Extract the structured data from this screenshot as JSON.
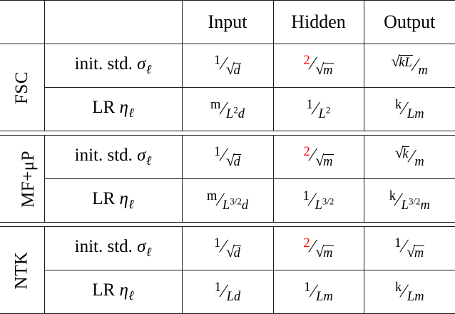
{
  "table": {
    "caption_present": false,
    "accent_color": "#ff0000",
    "rule_color": "#1a1a1a",
    "columns": {
      "corner_rot": "",
      "corner_label": "",
      "input": "Input",
      "hidden": "Hidden",
      "output": "Output"
    },
    "row_labels": {
      "init_std_prefix": "init. std. ",
      "init_std_symbol": "σ",
      "init_std_subscript": "ℓ",
      "lr_prefix": "LR ",
      "lr_symbol": "η",
      "lr_subscript": "ℓ"
    },
    "blocks": [
      {
        "name": "FSC",
        "rows": [
          {
            "kind": "init_std",
            "cells": {
              "input": {
                "num": "1",
                "num_red": false,
                "den_sqrt": true,
                "den": "d",
                "den_sup": ""
              },
              "hidden": {
                "num": "2",
                "num_red": true,
                "den_sqrt": true,
                "den": "m",
                "den_sup": ""
              },
              "output": {
                "num_sqrt": true,
                "num": "kL",
                "num_red": false,
                "den_sqrt": false,
                "den": "m",
                "den_sup": ""
              }
            }
          },
          {
            "kind": "lr",
            "cells": {
              "input": {
                "num": "m",
                "num_red": false,
                "den_sqrt": false,
                "den": "L",
                "den_sup": "2",
                "den_tail": "d"
              },
              "hidden": {
                "num": "1",
                "num_red": false,
                "den_sqrt": false,
                "den": "L",
                "den_sup": "2",
                "den_tail": ""
              },
              "output": {
                "num": "k",
                "num_red": false,
                "den_sqrt": false,
                "den": "L",
                "den_sup": "",
                "den_tail": "m"
              }
            }
          }
        ]
      },
      {
        "name": "MF+μP",
        "rows": [
          {
            "kind": "init_std",
            "cells": {
              "input": {
                "num": "1",
                "num_red": false,
                "den_sqrt": true,
                "den": "d",
                "den_sup": ""
              },
              "hidden": {
                "num": "2",
                "num_red": true,
                "den_sqrt": true,
                "den": "m",
                "den_sup": ""
              },
              "output": {
                "num_sqrt": true,
                "num": "k",
                "num_red": false,
                "den_sqrt": false,
                "den": "m",
                "den_sup": ""
              }
            }
          },
          {
            "kind": "lr",
            "cells": {
              "input": {
                "num": "m",
                "num_red": false,
                "den_sqrt": false,
                "den": "L",
                "den_sup": "3/2",
                "den_tail": "d"
              },
              "hidden": {
                "num": "1",
                "num_red": false,
                "den_sqrt": false,
                "den": "L",
                "den_sup": "3/2",
                "den_tail": ""
              },
              "output": {
                "num": "k",
                "num_red": false,
                "den_sqrt": false,
                "den": "L",
                "den_sup": "3/2",
                "den_tail": "m"
              }
            }
          }
        ]
      },
      {
        "name": "NTK",
        "rows": [
          {
            "kind": "init_std",
            "cells": {
              "input": {
                "num": "1",
                "num_red": false,
                "den_sqrt": true,
                "den": "d",
                "den_sup": ""
              },
              "hidden": {
                "num": "2",
                "num_red": true,
                "den_sqrt": true,
                "den": "m",
                "den_sup": ""
              },
              "output": {
                "num": "1",
                "num_red": false,
                "den_sqrt": true,
                "den": "m",
                "den_sup": ""
              }
            }
          },
          {
            "kind": "lr",
            "cells": {
              "input": {
                "num": "1",
                "num_red": false,
                "den_sqrt": false,
                "den": "L",
                "den_sup": "",
                "den_tail": "d"
              },
              "hidden": {
                "num": "1",
                "num_red": false,
                "den_sqrt": false,
                "den": "L",
                "den_sup": "",
                "den_tail": "m"
              },
              "output": {
                "num": "k",
                "num_red": false,
                "den_sqrt": false,
                "den": "L",
                "den_sup": "",
                "den_tail": "m"
              }
            }
          }
        ]
      }
    ]
  }
}
